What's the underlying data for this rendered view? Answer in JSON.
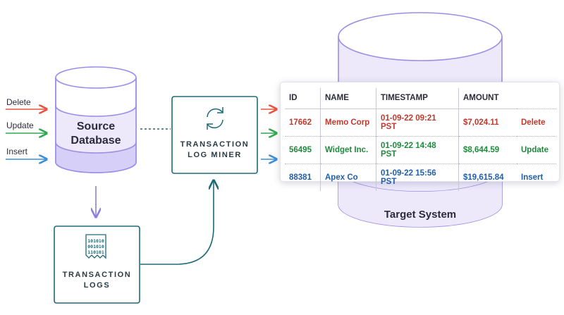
{
  "inputs": [
    {
      "label": "Delete",
      "color": "#e8553e"
    },
    {
      "label": "Update",
      "color": "#2fa84f"
    },
    {
      "label": "Insert",
      "color": "#3b8fd6"
    }
  ],
  "source_db": {
    "line1": "Source",
    "line2": "Database"
  },
  "miner": {
    "line1": "TRANSACTION",
    "line2": "LOG MINER"
  },
  "logs": {
    "line1": "TRANSACTION",
    "line2": "LOGS",
    "binary": [
      "101010",
      "001010",
      "110101"
    ]
  },
  "target": {
    "label": "Target System"
  },
  "table": {
    "headers": [
      "ID",
      "NAME",
      "TIMESTAMP",
      "AMOUNT",
      ""
    ],
    "rows": [
      {
        "id": "17662",
        "name": "Memo Corp",
        "timestamp": "01-09-22 09:21 PST",
        "amount": "$7,024.11",
        "op": "Delete",
        "color": "#c0392b"
      },
      {
        "id": "56495",
        "name": "Widget Inc.",
        "timestamp": "01-09-22 14:48 PST",
        "amount": "$8,644.59",
        "op": "Update",
        "color": "#1e8a3c"
      },
      {
        "id": "88381",
        "name": "Apex Co",
        "timestamp": "01-09-22 15:56 PST",
        "amount": "$19,615.84",
        "op": "Insert",
        "color": "#1f5fa8"
      }
    ]
  },
  "colors": {
    "teal": "#1d6b78",
    "db_stroke": "#9a8ee6",
    "db_fill": "#ede9fb",
    "db_band": "#d6cff7"
  }
}
